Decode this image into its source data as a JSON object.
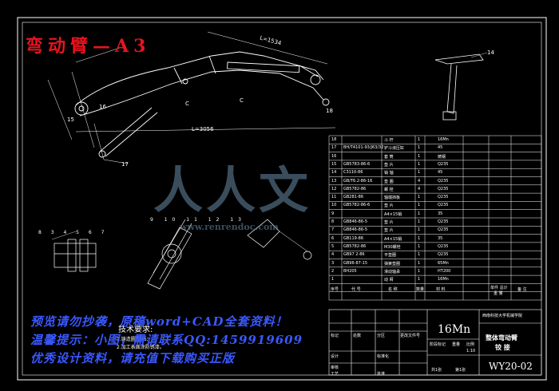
{
  "stamp_title": "弯动臂—A3",
  "dimensions": {
    "top": "L=1534",
    "bottom": "L=3056"
  },
  "part_labels": {
    "top_right": "14",
    "left_link": "15",
    "left_pin": "16",
    "cylinder": "17",
    "link": "18",
    "c_left": "C",
    "c_right": "C",
    "detail_left": [
      "8",
      "3",
      "4",
      "5",
      "6",
      "7"
    ],
    "detail_mid": [
      "9",
      "10",
      "11",
      "12",
      "13"
    ]
  },
  "watermark": {
    "logo": "人人文",
    "url": "www.renrendoc.com"
  },
  "technical_notes": {
    "title": "技术要求:",
    "lines": [
      "1.铸造圆角R5;",
      "2.加工表面涂防锈漆。"
    ]
  },
  "ad_lines": [
    "预览请勿抄袭，原稿word+CAD全套资料！",
    "温馨提示：小图，需请联系QQ:1459919609",
    "优秀设计资料，请充值下载购买正版"
  ],
  "bom": {
    "rows": [
      {
        "no": "18",
        "code": "",
        "name": "斗 杆",
        "qty": "1",
        "material": "16Mn",
        "note": ""
      },
      {
        "no": "17",
        "code": "BH/T4101-93/J63/32",
        "name": "铲斗液压缸",
        "qty": "1",
        "material": "45",
        "note": ""
      },
      {
        "no": "16",
        "code": "",
        "name": "套 筒",
        "qty": "1",
        "material": "铸钢",
        "note": ""
      },
      {
        "no": "15",
        "code": "GB5783-86-6",
        "name": "垫 片",
        "qty": "1",
        "material": "Q235",
        "note": ""
      },
      {
        "no": "14",
        "code": "C3110-86",
        "name": "销 轴",
        "qty": "1",
        "material": "45",
        "note": ""
      },
      {
        "no": "13",
        "code": "GB/T6.2-86-16",
        "name": "垫 圈",
        "qty": "4",
        "material": "Q235",
        "note": ""
      },
      {
        "no": "12",
        "code": "GB5782-86",
        "name": "螺 栓",
        "qty": "4",
        "material": "Q235",
        "note": ""
      },
      {
        "no": "11",
        "code": "GB281-86",
        "name": "轴端挡板",
        "qty": "1",
        "material": "Q235",
        "note": ""
      },
      {
        "no": "10",
        "code": "GB5782-86-6",
        "name": "垫 片",
        "qty": "1",
        "material": "Q235",
        "note": ""
      },
      {
        "no": "9",
        "code": "",
        "name": "A4×15销",
        "qty": "1",
        "material": "35",
        "note": ""
      },
      {
        "no": "8",
        "code": "GB846-86-5",
        "name": "垫 片",
        "qty": "1",
        "material": "Q235",
        "note": ""
      },
      {
        "no": "7",
        "code": "GB846-86-5",
        "name": "垫 片",
        "qty": "1",
        "material": "Q235",
        "note": ""
      },
      {
        "no": "6",
        "code": "GB119-86",
        "name": "A4×15销",
        "qty": "1",
        "material": "35",
        "note": ""
      },
      {
        "no": "5",
        "code": "GB5782-86",
        "name": "M30螺栓",
        "qty": "1",
        "material": "Q235",
        "note": ""
      },
      {
        "no": "4",
        "code": "GB97 2-86",
        "name": "平垫圈",
        "qty": "1",
        "material": "Q235",
        "note": ""
      },
      {
        "no": "3",
        "code": "GB96-87-15",
        "name": "弹簧垫圈",
        "qty": "1",
        "material": "65Mn",
        "note": ""
      },
      {
        "no": "2",
        "code": "BH205",
        "name": "滑动轴承",
        "qty": "1",
        "material": "HT200",
        "note": ""
      },
      {
        "no": "1",
        "code": "",
        "name": "动 臂",
        "qty": "1",
        "material": "16Mn",
        "note": ""
      }
    ],
    "header": {
      "no": "序号",
      "code": "代 号",
      "name": "名 称",
      "qty": "数量",
      "material": "材 料",
      "unit_total": "单件 总计",
      "weight": "重 量",
      "note": "备 注"
    }
  },
  "title_block": {
    "material": "16Mn",
    "school": "西南科技大学机械学院",
    "drawing_name_1": "整体弯动臂",
    "drawing_name_2": "铰 接",
    "drawing_no": "WY20-02",
    "labels": {
      "mark": "标记",
      "count": "处数",
      "zone": "分区",
      "change_doc": "更改文件号",
      "sign": "签名",
      "date": "年月日",
      "designer": "设计",
      "standard": "标准化",
      "stage": "阶段标记",
      "weight": "重量",
      "scale": "比例",
      "scale_value": "1:10",
      "review": "审核",
      "process": "工艺",
      "approve": "批准",
      "sheets": "共1张",
      "sheet": "第1张"
    }
  }
}
